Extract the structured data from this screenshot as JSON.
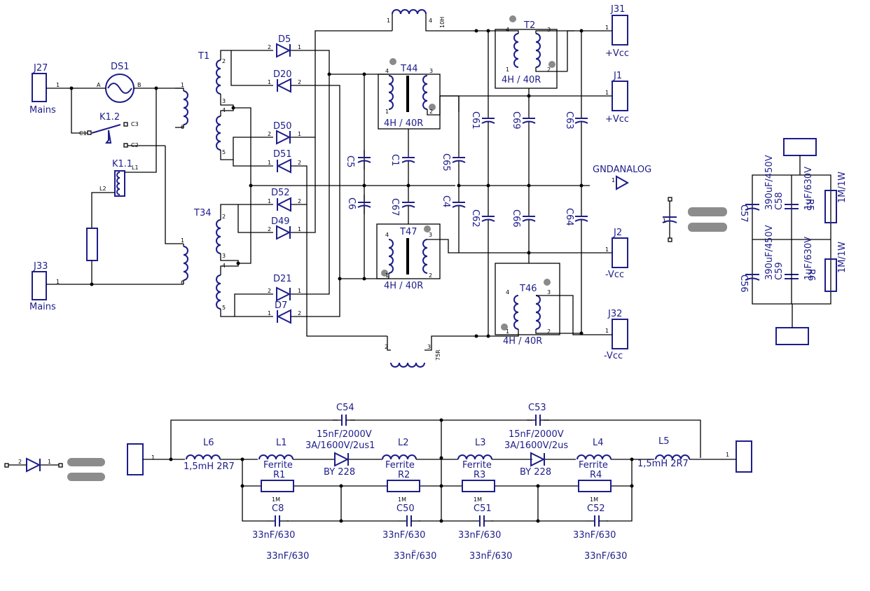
{
  "connectors": {
    "j27": {
      "ref": "J27",
      "label": "Mains"
    },
    "j33": {
      "ref": "J33",
      "label": "Mains"
    },
    "j31": {
      "ref": "J31",
      "label": "+Vcc"
    },
    "j1": {
      "ref": "J1",
      "label": "+Vcc"
    },
    "j2": {
      "ref": "J2",
      "label": "-Vcc"
    },
    "j32": {
      "ref": "J32",
      "label": "-Vcc"
    }
  },
  "gnd_label": "GNDANALOG",
  "lamp": {
    "ref": "DS1",
    "pin_a": "A",
    "pin_b": "B"
  },
  "relay": {
    "k12": "K1.2",
    "k11": "K1.1",
    "c1": "C1",
    "c2": "C2",
    "c3": "C3",
    "l1": "L1",
    "l2": "L2"
  },
  "transformers": {
    "t1": "T1",
    "t34": "T34",
    "t2": "T2",
    "t44": "T44",
    "t47": "T47",
    "t46": "T46",
    "rating": "4H / 40R",
    "top_choke": "10H",
    "bottom_choke": "75R"
  },
  "diodes": {
    "d5": "D5",
    "d20": "D20",
    "d50": "D50",
    "d51": "D51",
    "d52": "D52",
    "d49": "D49",
    "d21": "D21",
    "d7": "D7"
  },
  "caps": {
    "c5": "C5",
    "c1": "C1",
    "c65": "C65",
    "c6": "C6",
    "c67": "C67",
    "c4": "C4",
    "c61": "C61",
    "c69": "C69",
    "c63": "C63",
    "c62": "C62",
    "c66": "C66",
    "c64": "C64"
  },
  "bank": {
    "c57": "C57",
    "c58": "C58",
    "c56": "C56",
    "c59": "C59",
    "r5": "R5",
    "r6": "R6",
    "elec_val": "390uF/450V",
    "film_val": "1uF/630V",
    "res_val": "1M/1W"
  },
  "filter": {
    "c54": "C54",
    "c53": "C53",
    "hv_cap": "15nF/2000V",
    "l6": "L6",
    "l1": "L1",
    "l2": "L2",
    "l3": "L3",
    "l4": "L4",
    "l5": "L5",
    "ind_val": "1,5mH  2R7",
    "ferrite": "Ferrite",
    "diode_left_rating": "3A/1600V/2us1",
    "diode_right_rating": "3A/1600V/2us",
    "diode_part": "BY 228",
    "r1": "R1",
    "r2": "R2",
    "r3": "R3",
    "r4": "R4",
    "res_val": "1M",
    "c8": "C8",
    "c50": "C50",
    "c51": "C51",
    "c52": "C52",
    "cap_val": "33nF/630",
    "cap_val_alt": "33nF̈/630"
  }
}
